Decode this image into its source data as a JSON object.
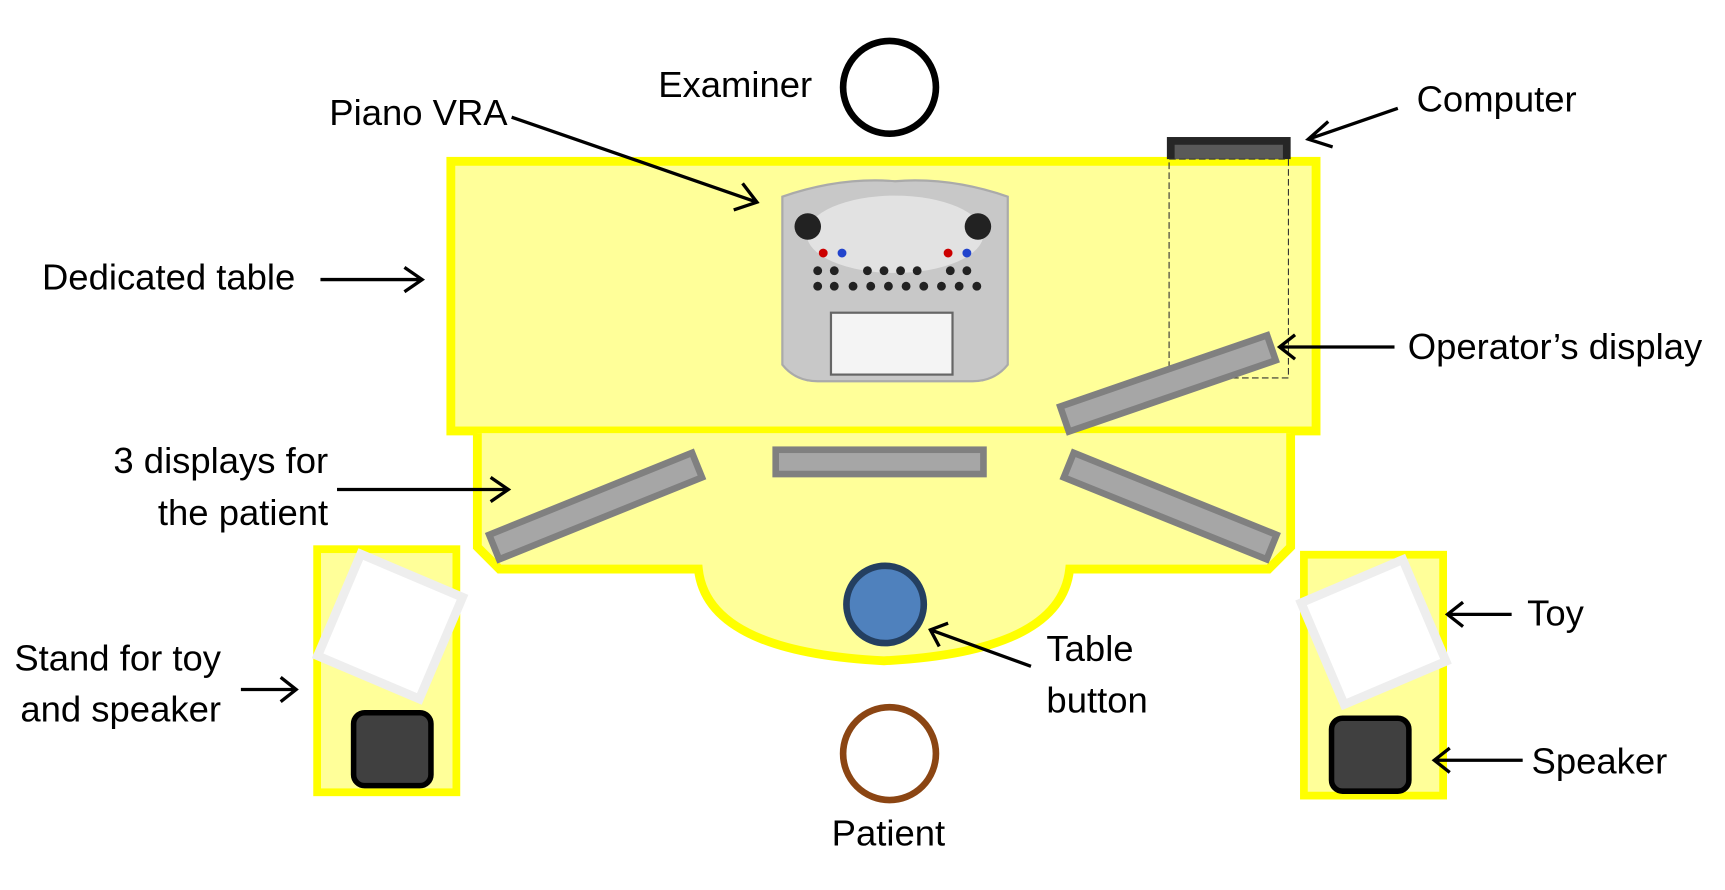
{
  "title": "Piano VRA room setup",
  "labels": {
    "examiner": "Examiner",
    "piano_vra": "Piano VRA",
    "computer": "Computer",
    "dedicated_table": "Dedicated table",
    "operators_display": "Operator’s display",
    "patient_displays_line1": "3 displays for",
    "patient_displays_line2": "the patient",
    "stand_line1": "Stand for toy",
    "stand_line2": "and speaker",
    "table_button_line1": "Table",
    "table_button_line2": "button",
    "toy": "Toy",
    "speaker": "Speaker",
    "patient": "Patient"
  },
  "colors": {
    "table_fill": "#ffff99",
    "table_border": "#ffff00",
    "display_fill": "#a6a6a6",
    "display_border": "#808080",
    "button_fill": "#4f81bd",
    "button_border": "#243f60",
    "examiner": "#000000",
    "patient": "#8b4513",
    "speaker_fill": "#404040",
    "computer_fill": "#595959"
  }
}
